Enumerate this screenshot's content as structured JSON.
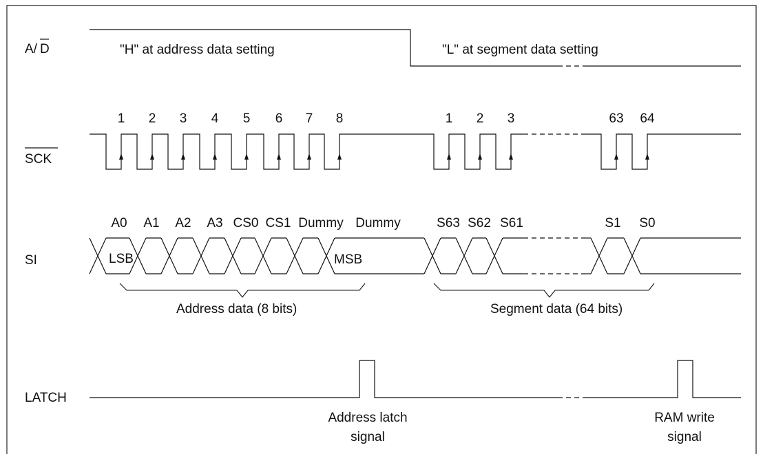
{
  "signals": {
    "ad": {
      "name": "A/D",
      "overline_part": "D"
    },
    "sck": {
      "name": "SCK"
    },
    "si": {
      "name": "SI"
    },
    "latch": {
      "name": "LATCH"
    }
  },
  "ad_notes": {
    "high": "\"H\" at address data setting",
    "low": "\"L\" at segment data setting"
  },
  "sck_pulse_numbers": {
    "address": [
      "1",
      "2",
      "3",
      "4",
      "5",
      "6",
      "7",
      "8"
    ],
    "segment": [
      "1",
      "2",
      "3",
      "63",
      "64"
    ]
  },
  "si_bits": {
    "address": [
      "A0",
      "A1",
      "A2",
      "A3",
      "CS0",
      "CS1",
      "Dummy",
      "Dummy"
    ],
    "segment": [
      "S63",
      "S62",
      "S61",
      "S1",
      "S0"
    ],
    "lsb": "LSB",
    "msb": "MSB"
  },
  "groups": {
    "address": "Address data (8 bits)",
    "segment": "Segment data (64 bits)"
  },
  "latch_pulses": {
    "address": [
      "Address latch",
      "signal"
    ],
    "ram": [
      "RAM write",
      "signal"
    ]
  }
}
